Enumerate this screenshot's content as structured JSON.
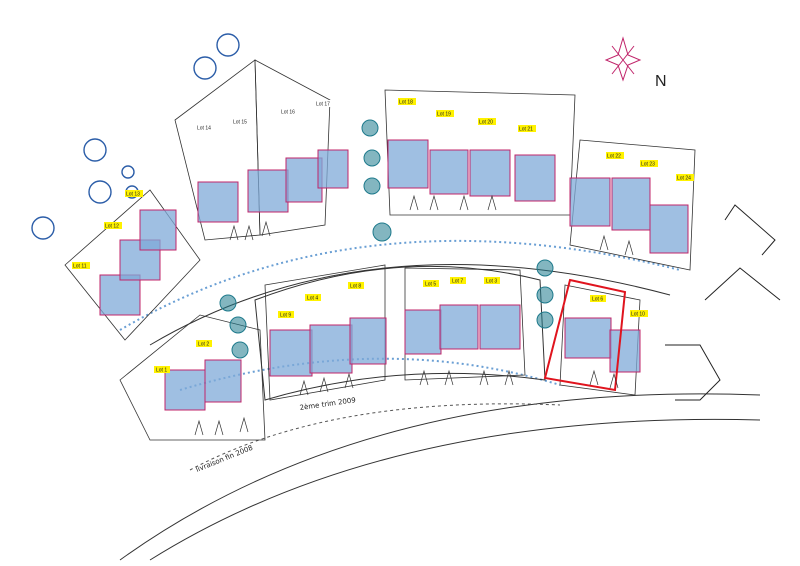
{
  "north_label": "N",
  "colors": {
    "house_fill": "#7fa9d8",
    "house_edge": "#c0246a",
    "highlight": "#e0141e",
    "label_bg": "#fff200",
    "tree": "#2b5da8",
    "ink": "#222222"
  },
  "lots": {
    "l1": "Lot 1",
    "l2": "Lot 2",
    "l3": "Lot 3",
    "l4": "Lot 4",
    "l5": "Lot 5",
    "l6": "Lot 6",
    "l7": "Lot 7",
    "l8": "Lot 8",
    "l9": "Lot 9",
    "l10": "Lot 10",
    "l11": "Lot 11",
    "l12": "Lot 12",
    "l13": "Lot 13",
    "l14": "Lot 14",
    "l15": "Lot 15",
    "l16": "Lot 16",
    "l17": "Lot 17",
    "l18": "Lot 18",
    "l19": "Lot 19",
    "l20": "Lot 20",
    "l21": "Lot 21",
    "l22": "Lot 22",
    "l23": "Lot 23",
    "l24": "Lot 24"
  },
  "annotations": {
    "bottom_left": "livraison fin 2008",
    "bottom_center": "2ème trim 2009"
  }
}
